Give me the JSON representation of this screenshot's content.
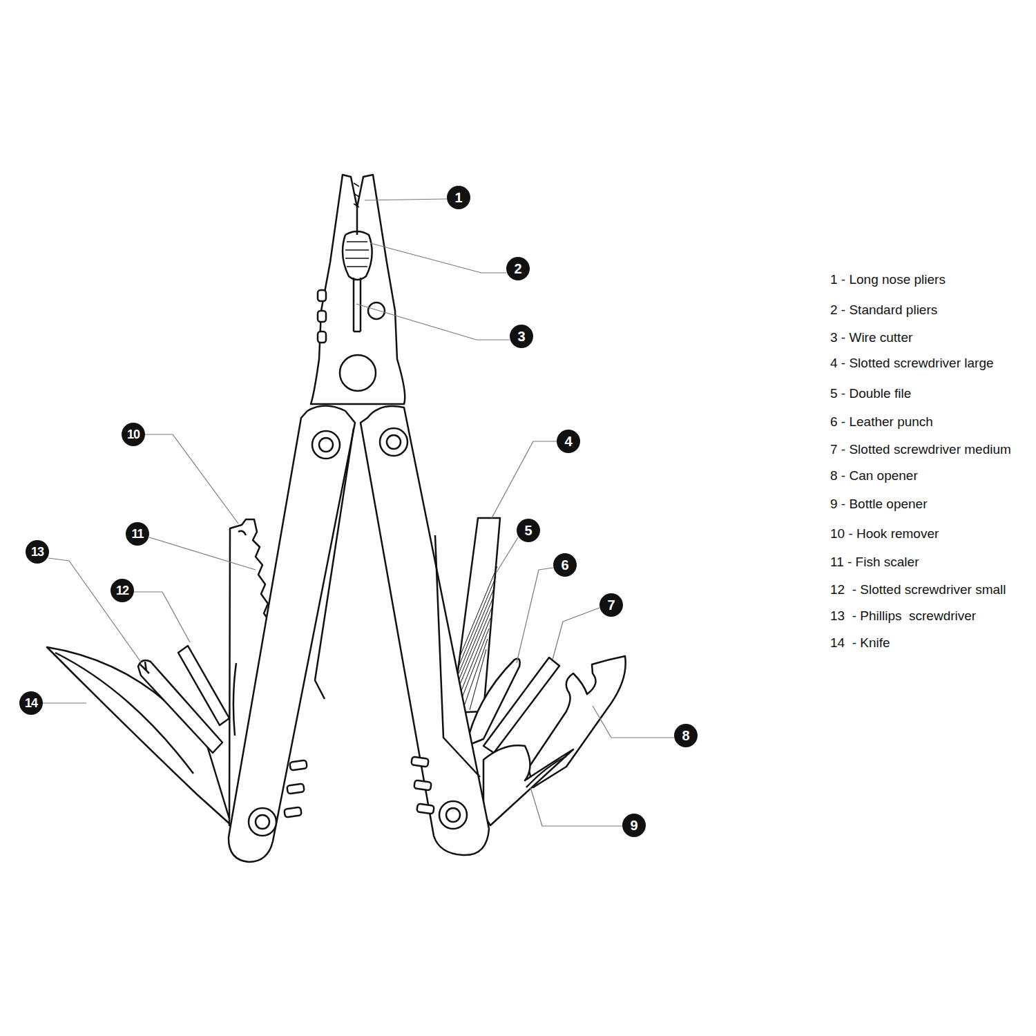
{
  "diagram": {
    "nodes": [
      {
        "text": [
          "1"
        ]
      },
      {
        "text": [
          "2"
        ]
      },
      {
        "text": [
          "3"
        ]
      },
      {
        "text": [
          "4"
        ]
      },
      {
        "text": [
          "5"
        ]
      },
      {
        "text": [
          "6"
        ]
      },
      {
        "text": [
          "7"
        ]
      },
      {
        "text": [
          "8"
        ]
      },
      {
        "text": [
          "9"
        ]
      },
      {
        "text": [
          "10"
        ]
      },
      {
        "text": [
          "11"
        ]
      },
      {
        "text": [
          "12"
        ]
      },
      {
        "text": [
          "13"
        ]
      },
      {
        "text": [
          "14"
        ]
      }
    ],
    "labels": [
      "1 - Long nose pliers",
      "2 - Standard pliers",
      "3 - Wire cutter",
      "4 - Slotted screwdriver large",
      "5 - Double file",
      "6 - Leather punch",
      "7 - Slotted screwdriver medium",
      "8 - Can opener",
      "9 - Bottle opener",
      "10 - Hook remover",
      "11 - Fish scaler",
      "12  - Slotted screwdriver small",
      "13  - Phillips  screwdriver",
      "14  - Knife"
    ]
  }
}
